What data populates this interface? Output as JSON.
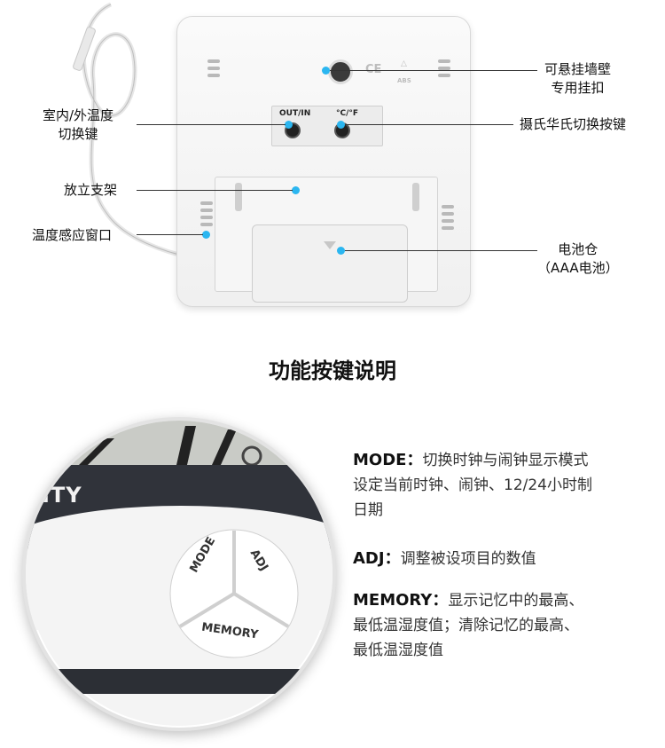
{
  "diagram": {
    "device_labels": {
      "switch_out_in": "OUT/IN",
      "switch_c_f": "°C/°F",
      "cert_ce": "CE",
      "cert_abs": "ABS"
    },
    "callouts": {
      "wall_hang_line1": "可悬挂墙壁",
      "wall_hang_line2": "专用挂扣",
      "in_out_line1": "室内/外温度",
      "in_out_line2": "切换键",
      "cf_switch": "摄氏华氏切换按键",
      "stand": "放立支架",
      "sensor_window": "温度感应窗口",
      "battery_line1": "电池仓",
      "battery_line2": "（AAA电池）"
    },
    "accent_color": "#2bb6f0"
  },
  "section_title": "功能按键说明",
  "magnifier": {
    "display_text": "ITY",
    "buttons": {
      "mode": "MODE",
      "adj": "ADJ",
      "memory": "MEMORY"
    }
  },
  "explanations": {
    "mode": {
      "key": "MODE：",
      "line1": "切换时钟与闹钟显示模式",
      "line2": "设定当前时钟、闹钟、12/24小时制",
      "line3": "日期"
    },
    "adj": {
      "key": "ADJ：",
      "line1": "调整被设项目的数值"
    },
    "memory": {
      "key": "MEMORY：",
      "line1": "显示记忆中的最高、",
      "line2": "最低温湿度值；清除记忆的最高、",
      "line3": "最低温湿度值"
    }
  }
}
